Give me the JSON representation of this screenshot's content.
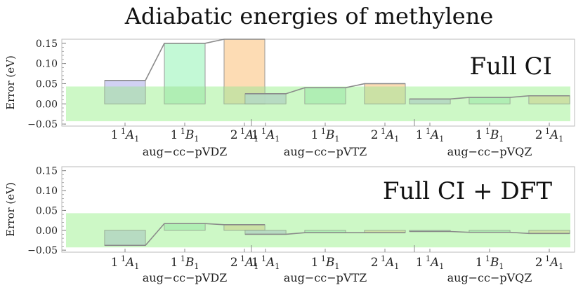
{
  "title": "Adiabatic energies of methylene",
  "chart_data": [
    {
      "type": "bar",
      "panel_label": "Full CI",
      "ylabel": "Error (eV)",
      "ylim": [
        -0.055,
        0.16
      ],
      "yticks": [
        "0.15",
        "0.10",
        "0.05",
        "0.00",
        "−0.05"
      ],
      "ytick_values": [
        0.15,
        0.1,
        0.05,
        0.0,
        -0.05
      ],
      "chemical_accuracy_band": [
        -0.043,
        0.043
      ],
      "groups": [
        {
          "name": "aug−cc−pVDZ",
          "categories": [
            "1 1A1",
            "1 1B1",
            "2 1A1"
          ],
          "values": [
            0.058,
            0.15,
            0.16
          ]
        },
        {
          "name": "aug−cc−pVTZ",
          "categories": [
            "1 1A1",
            "1 1B1",
            "2 1A1"
          ],
          "values": [
            0.025,
            0.04,
            0.05
          ]
        },
        {
          "name": "aug−cc−pVQZ",
          "categories": [
            "1 1A1",
            "1 1B1",
            "2 1A1"
          ],
          "values": [
            0.012,
            0.016,
            0.02
          ]
        }
      ]
    },
    {
      "type": "bar",
      "panel_label": "Full CI + DFT",
      "ylabel": "Error (eV)",
      "ylim": [
        -0.055,
        0.16
      ],
      "yticks": [
        "0.15",
        "0.10",
        "0.05",
        "0.00",
        "−0.05"
      ],
      "ytick_values": [
        0.15,
        0.1,
        0.05,
        0.0,
        -0.05
      ],
      "chemical_accuracy_band": [
        -0.043,
        0.043
      ],
      "groups": [
        {
          "name": "aug−cc−pVDZ",
          "categories": [
            "1 1A1",
            "1 1B1",
            "2 1A1"
          ],
          "values": [
            -0.038,
            0.017,
            0.014
          ]
        },
        {
          "name": "aug−cc−pVTZ",
          "categories": [
            "1 1A1",
            "1 1B1",
            "2 1A1"
          ],
          "values": [
            -0.01,
            -0.006,
            -0.006
          ]
        },
        {
          "name": "aug−cc−pVQZ",
          "categories": [
            "1 1A1",
            "1 1B1",
            "2 1A1"
          ],
          "values": [
            -0.003,
            -0.005,
            -0.008
          ]
        }
      ]
    }
  ],
  "category_labels": [
    {
      "num": "1",
      "sup": "1",
      "sym": "A",
      "sub": "1"
    },
    {
      "num": "1",
      "sup": "1",
      "sym": "B",
      "sub": "1"
    },
    {
      "num": "2",
      "sup": "1",
      "sym": "A",
      "sub": "1"
    }
  ],
  "colors": {
    "band": "#c8f7c0",
    "bar_fills": [
      "#c9c9f2",
      "#b9f8cf",
      "#fdd6a8"
    ],
    "bar_overlay": "#a8e6a0",
    "bar_stroke": "#888888",
    "connector": "#8a8a8a",
    "frame": "#bbbbbb"
  }
}
